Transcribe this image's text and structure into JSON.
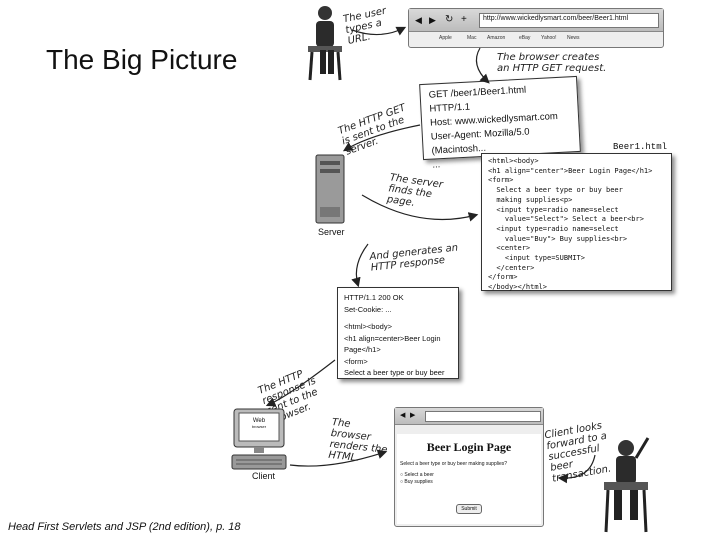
{
  "title": "The Big Picture",
  "caption": "Head First Servlets and JSP (2nd edition), p. 18",
  "browser_top": {
    "url": "http://www.wickedlysmart.com/beer/Beer1.html",
    "bookmarks": [
      "Apple",
      "Mac",
      "Amazon",
      "eBay",
      "Yahoo!",
      "News"
    ]
  },
  "notes": {
    "user_types": "The user types a URL.",
    "browser_creates": "The browser creates an HTTP GET request.",
    "get_sent": "The HTTP GET is sent to the server.",
    "server_finds": "The server finds the page.",
    "generates": "And generates an HTTP response",
    "response_sent": "The HTTP response is sent to the browser.",
    "renders": "The browser renders the HTML.",
    "client_looks": "Client looks forward to a successful beer transaction."
  },
  "request": {
    "lines": [
      "GET /beer1/Beer1.html HTTP/1.1",
      "Host: www.wickedlysmart.com",
      "User-Agent: Mozilla/5.0 (Macintosh...",
      "..."
    ]
  },
  "html_file": {
    "name": "Beer1.html",
    "lines": [
      "<html><body>",
      "<h1 align=\"center\">Beer Login Page</h1>",
      "<form>",
      "  Select a beer type or buy beer",
      "  making supplies<p>",
      "  <input type=radio name=select",
      "    value=\"Select\"> Select a beer<br>",
      "  <input type=radio name=select",
      "    value=\"Buy\"> Buy supplies<br>",
      "  <center>",
      "    <input type=SUBMIT>",
      "  </center>",
      "</form>",
      "</body></html>"
    ]
  },
  "response": {
    "lines": [
      "HTTP/1.1 200 OK",
      "Set-Cookie: ...",
      "",
      "<html><body>",
      "<h1 align=center>Beer Login Page</h1>",
      "<form>",
      "Select a beer type or buy beer"
    ]
  },
  "labels": {
    "server": "Server",
    "client": "Client",
    "monitor_web": "Web",
    "monitor_browser": "browser"
  },
  "rendered_page": {
    "heading": "Beer Login Page",
    "prompt": "Select a beer type or buy beer making supplies?",
    "options": [
      "Select a beer",
      "Buy supplies"
    ],
    "submit": "Submit"
  }
}
